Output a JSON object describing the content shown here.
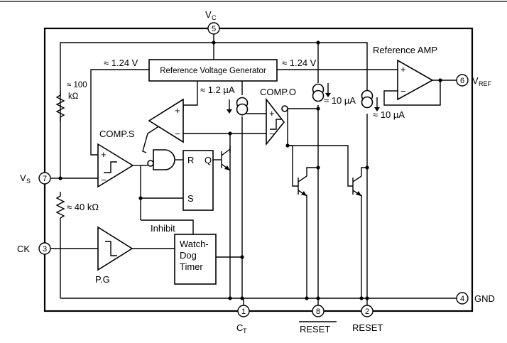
{
  "pins": {
    "vc": {
      "number": "5",
      "name": "V",
      "sub": "C"
    },
    "vref": {
      "number": "6",
      "name": "V",
      "sub": "REF"
    },
    "vs": {
      "number": "7",
      "name": "V",
      "sub": "S"
    },
    "ck": {
      "number": "3",
      "name": "CK"
    },
    "gnd": {
      "number": "4",
      "name": "GND"
    },
    "ct": {
      "number": "1",
      "name": "C",
      "sub": "T"
    },
    "reset_bar": {
      "number": "8",
      "name": "RESET"
    },
    "reset": {
      "number": "2",
      "name": "RESET"
    }
  },
  "blocks": {
    "ref_gen": "Reference Voltage Generator",
    "ref_amp": "Reference AMP",
    "comp_s": "COMP.S",
    "comp_o": "COMP.O",
    "pg": "P.G",
    "watchdog": [
      "Watch-",
      "Dog",
      "Timer"
    ],
    "inhibit": "Inhibit",
    "ff_r": "R",
    "ff_q": "Q",
    "ff_s": "S"
  },
  "annotations": {
    "v124_left": "≈ 1.24 V",
    "v124_right": "≈ 1.24 V",
    "i12": "≈ 1.2 µA",
    "i10a": "≈ 10 µA",
    "i10b": "≈ 10 µA",
    "r100_line1": "≈ 100",
    "r100_line2": "kΩ",
    "r40": "≈ 40 kΩ",
    "plus": "+",
    "minus": "−"
  }
}
